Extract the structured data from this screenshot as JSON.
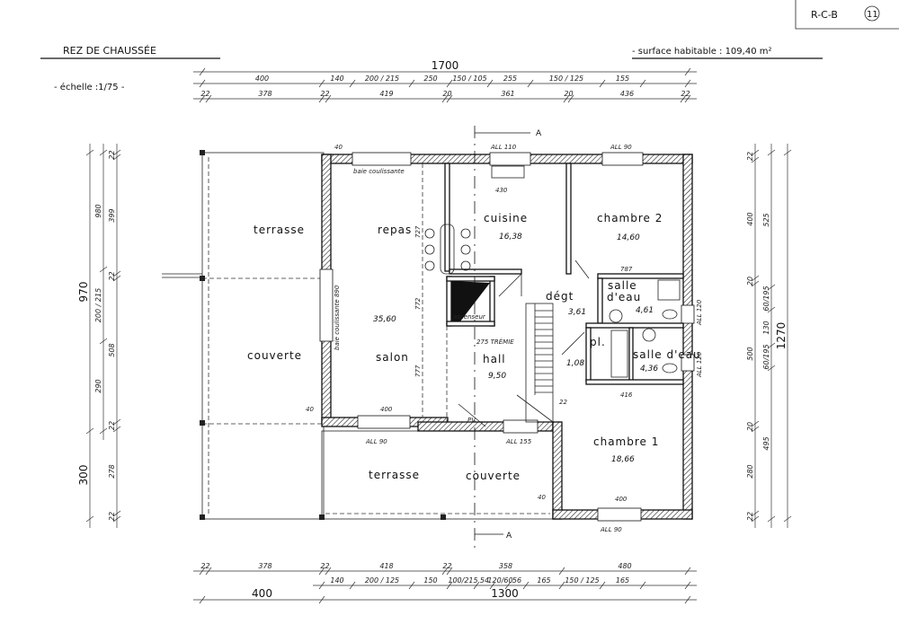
{
  "sheet": {
    "code": "R-C-B",
    "number": "11"
  },
  "header": {
    "title": "REZ  DE  CHAUSSÉE",
    "scale": "- échelle :1/75 -",
    "surface": "- surface habitable : 109,40 m²"
  },
  "rooms": {
    "terrasse_top": "terrasse",
    "couverte_left": "couverte",
    "repas": "repas",
    "salon": "salon",
    "salon_area": "35,60",
    "cuisine": "cuisine",
    "cuisine_area": "16,38",
    "chambre2": "chambre 2",
    "chambre2_area": "14,60",
    "degt": "dégt",
    "degt_area": "3,61",
    "salle_eau1_a": "salle",
    "salle_eau1_b": "d'eau",
    "salle_eau1_area": "4,61",
    "pl": "pl.",
    "pl_area": "1,08",
    "salle_eau2": "salle d'eau",
    "salle_eau2_area": "4,36",
    "hall": "hall",
    "hall_area": "9,50",
    "ascenseur": "ascenseur",
    "chambre1": "chambre 1",
    "chambre1_area": "18,66",
    "terrasse_bottom": "terrasse",
    "couverte_bottom": "couverte"
  },
  "annotations": {
    "all_110": "ALL 110",
    "all_90_top": "ALL 90",
    "all_90_salon": "ALL 90",
    "all_155": "ALL 155",
    "all_90_ch1": "ALL 90",
    "all_120_a": "ALL 120",
    "all_120_b": "ALL 120",
    "baie_top": "baie coulissante",
    "baie_left": "baie coulissante 890",
    "tremie": "275  TRÉMIE",
    "pv": "PV",
    "section_top": "A",
    "section_bottom": "A",
    "d430": "430",
    "d787a": "787",
    "d416": "416",
    "d400a": "400",
    "d400b": "400",
    "d727": "727",
    "d772": "772",
    "d777": "777",
    "d40a": "40",
    "d40b": "40",
    "d40c": "40",
    "d22": "22"
  },
  "dimensions": {
    "top_row1": [
      "1700"
    ],
    "top_row2": [
      "400",
      "140",
      "200 / 215",
      "250",
      "150 / 105",
      "255",
      "150 / 125",
      "155"
    ],
    "top_row3": [
      "22",
      "378",
      "22",
      "419",
      "20",
      "361",
      "20",
      "436",
      "22"
    ],
    "bottom_row1": [
      "22",
      "378",
      "22",
      "418",
      "22",
      "358",
      "480"
    ],
    "bottom_row2": [
      "140",
      "200 / 125",
      "150",
      "100/215",
      "54",
      "120/60",
      "56",
      "165",
      "150 / 125",
      "165"
    ],
    "bottom_row3": [
      "400",
      "1300"
    ],
    "left_outer": [
      "970",
      "300"
    ],
    "left_mid": [
      "980",
      "200 / 215",
      "290"
    ],
    "left_inner": [
      "22",
      "399",
      "22",
      "508",
      "22",
      "278",
      "22"
    ],
    "right_inner": [
      "22",
      "400",
      "20",
      "500",
      "20",
      "280",
      "22"
    ],
    "right_mid": [
      "525",
      "60/195",
      "130",
      "60/195",
      "495"
    ],
    "right_outer": [
      "1270"
    ]
  }
}
